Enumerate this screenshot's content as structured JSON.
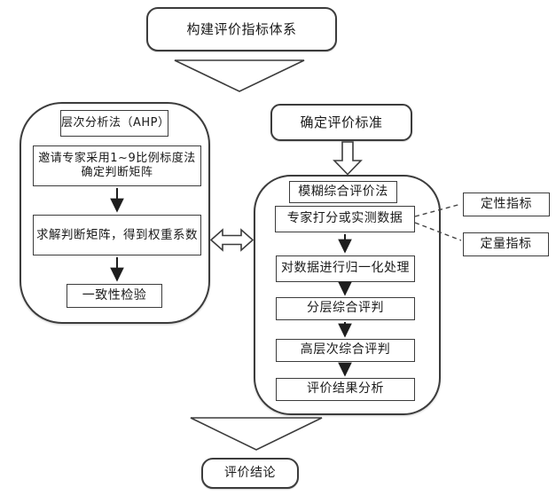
{
  "diagram": {
    "start_node": "构建评价指标体系",
    "ahp_group": {
      "title": "层次分析法（AHP）",
      "steps": [
        "邀请专家采用1~9比例标度法确定判断矩阵",
        "求解判断矩阵，得到权重系数",
        "一致性检验"
      ]
    },
    "criteria_node": "确定评价标准",
    "fuzzy_group": {
      "title": "模糊综合评价法",
      "steps": [
        "专家打分或实测数据",
        "对数据进行归一化处理",
        "分层综合评判",
        "高层次综合评判",
        "评价结果分析"
      ]
    },
    "indicator_nodes": [
      "定性指标",
      "定量指标"
    ],
    "end_node": "评价结论",
    "colors": {
      "line": "#3c3c3c",
      "text": "#1a1a1a",
      "background": "#ffffff"
    }
  }
}
